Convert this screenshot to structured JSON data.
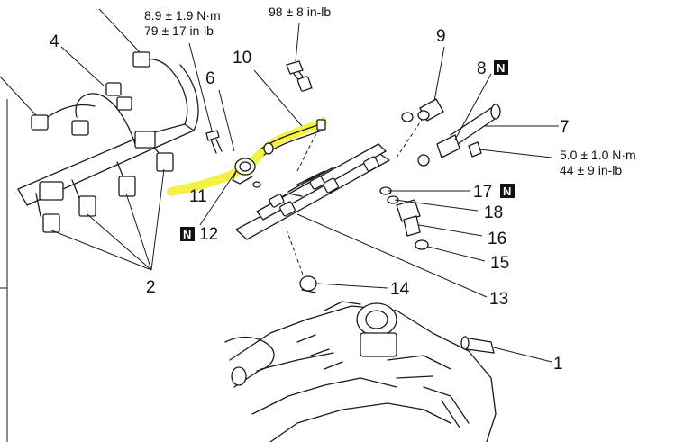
{
  "callouts": {
    "c1": "1",
    "c2": "2",
    "c4": "4",
    "c6": "6",
    "c7": "7",
    "c8": "8",
    "c9": "9",
    "c10": "10",
    "c11": "11",
    "c12": "12",
    "c13": "13",
    "c14": "14",
    "c15": "15",
    "c16": "16",
    "c17": "17",
    "c18": "18"
  },
  "torque": {
    "left_nm": "8.9 ± 1.9 N·m",
    "left_inlb": "79 ± 17 in-lb",
    "top_inlb": "98 ± 8 in-lb",
    "right_nm": "5.0 ± 1.0 N·m",
    "right_inlb": "44 ± 9 in-lb"
  },
  "badge": {
    "text": "N"
  },
  "colors": {
    "highlight": "#f4f03a",
    "badge_bg": "#111111",
    "line": "#1a1a1a"
  }
}
